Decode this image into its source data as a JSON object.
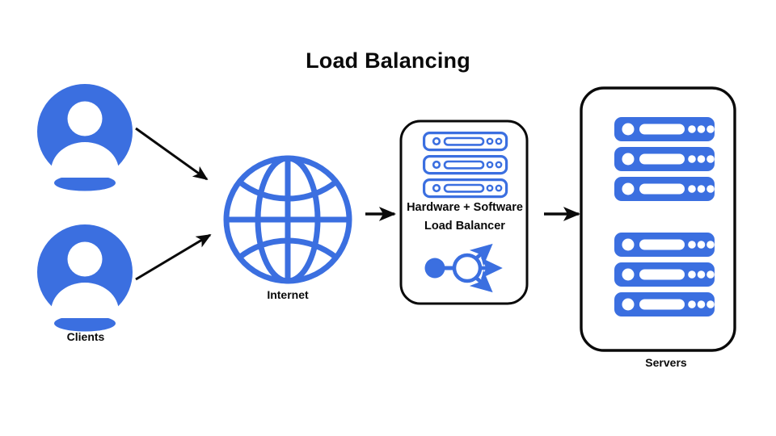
{
  "diagram": {
    "title": "Load Balancing",
    "colors": {
      "blue": "#3b6fe0",
      "black": "#0a0a0a",
      "white": "#ffffff"
    },
    "nodes": {
      "clients": {
        "label": "Clients",
        "icon": "user-avatar-icon",
        "count": 2
      },
      "internet": {
        "label": "Internet",
        "icon": "globe-icon"
      },
      "load_balancer": {
        "label_line1": "Hardware + Software",
        "label_line2": "Load Balancer",
        "server_stack_icon": "server-outline-icon",
        "server_stack_count": 3,
        "distribution_icon": "distribution-fanout-icon"
      },
      "servers": {
        "label": "Servers",
        "icon": "server-filled-icon",
        "group_count": 2,
        "servers_per_group": 3,
        "total": 6
      }
    },
    "connections": [
      {
        "name": "client-top-to-internet",
        "from": "clients",
        "to": "internet",
        "style": "arrow"
      },
      {
        "name": "client-bottom-to-internet",
        "from": "clients",
        "to": "internet",
        "style": "arrow"
      },
      {
        "name": "internet-to-load-balancer",
        "from": "internet",
        "to": "load_balancer",
        "style": "arrow"
      },
      {
        "name": "load-balancer-to-servers",
        "from": "load_balancer",
        "to": "servers",
        "style": "arrow"
      }
    ]
  }
}
